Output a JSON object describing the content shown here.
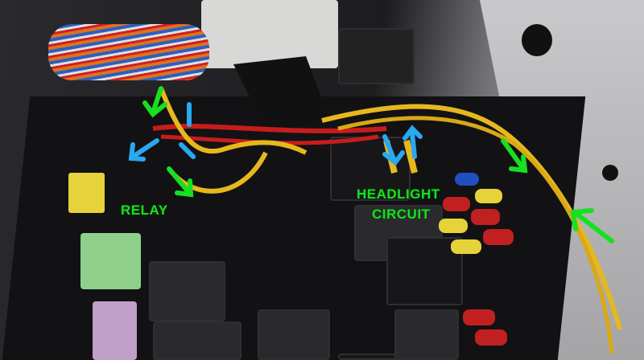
{
  "annotations": {
    "relay_label": "RELAY",
    "headlight_label_line1": "HEADLIGHT",
    "headlight_label_line2": "CIRCUIT"
  },
  "colors": {
    "annotation_text": "#18e020",
    "arrow_green": "#18e020",
    "arrow_blue": "#2aa8f0",
    "wire_yellow": "#e6b81e",
    "wire_red": "#c81c1c"
  }
}
